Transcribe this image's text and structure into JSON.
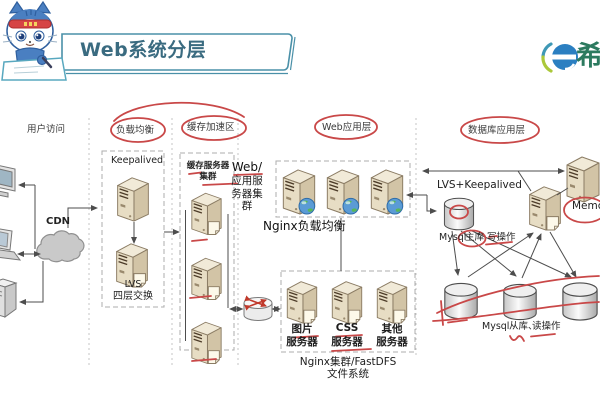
{
  "banner": {
    "title": "Web系统分层"
  },
  "logo": {
    "brand_char": "希"
  },
  "zones": {
    "user": "用户访问",
    "lb": "负载均衡",
    "cache": "缓存加速区",
    "web": "Web应用层",
    "db": "数据库应用层"
  },
  "user": {
    "cdn": "CDN"
  },
  "lb": {
    "keepalived": "Keepalived",
    "lvs": "LVS",
    "lvs_sub": "四层交换"
  },
  "cache": {
    "cluster_l1": "缓存服务器",
    "cluster_l2": "集群"
  },
  "web": {
    "cluster_lines": [
      "Web/",
      "应用服",
      "务器集",
      "群"
    ],
    "nginx_lb": "Nginx负载均衡",
    "file_servers": [
      {
        "l1": "图片",
        "l2": "服务器"
      },
      {
        "l1": "CSS",
        "l2": "服务器"
      },
      {
        "l1": "其他",
        "l2": "服务器"
      }
    ],
    "fastdfs_l1": "Nginx集群/FastDFS",
    "fastdfs_l2": "文件系统"
  },
  "db": {
    "lvs_keepalived": "LVS+Keepalived",
    "master_name": "Mysql",
    "master_role": "主库",
    "master_op": "写操作",
    "memcached": "Memc",
    "slave_name": "Mysql",
    "slave_role": "从库、",
    "slave_op": "读操作"
  },
  "colors": {
    "annotation_red": "#c94848",
    "banner_teal": "#4a90a8",
    "title_blue": "#3a6b80",
    "logo_blue": "#2b7fc1",
    "logo_green": "#abc83a",
    "brand_green": "#2c7a5f"
  }
}
